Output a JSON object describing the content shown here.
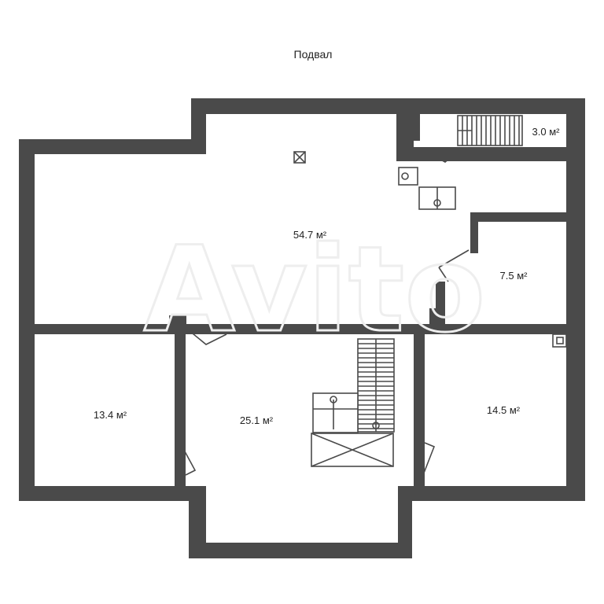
{
  "plan": {
    "title": "Подвал",
    "watermark": "Avito",
    "rooms": [
      {
        "id": "main",
        "area": "54.7 м²"
      },
      {
        "id": "storage",
        "area": "3.0 м²"
      },
      {
        "id": "small-room",
        "area": "7.5 м²"
      },
      {
        "id": "left-room",
        "area": "13.4 м²"
      },
      {
        "id": "hall",
        "area": "25.1 м²"
      },
      {
        "id": "right-room",
        "area": "14.5 м²"
      }
    ]
  }
}
